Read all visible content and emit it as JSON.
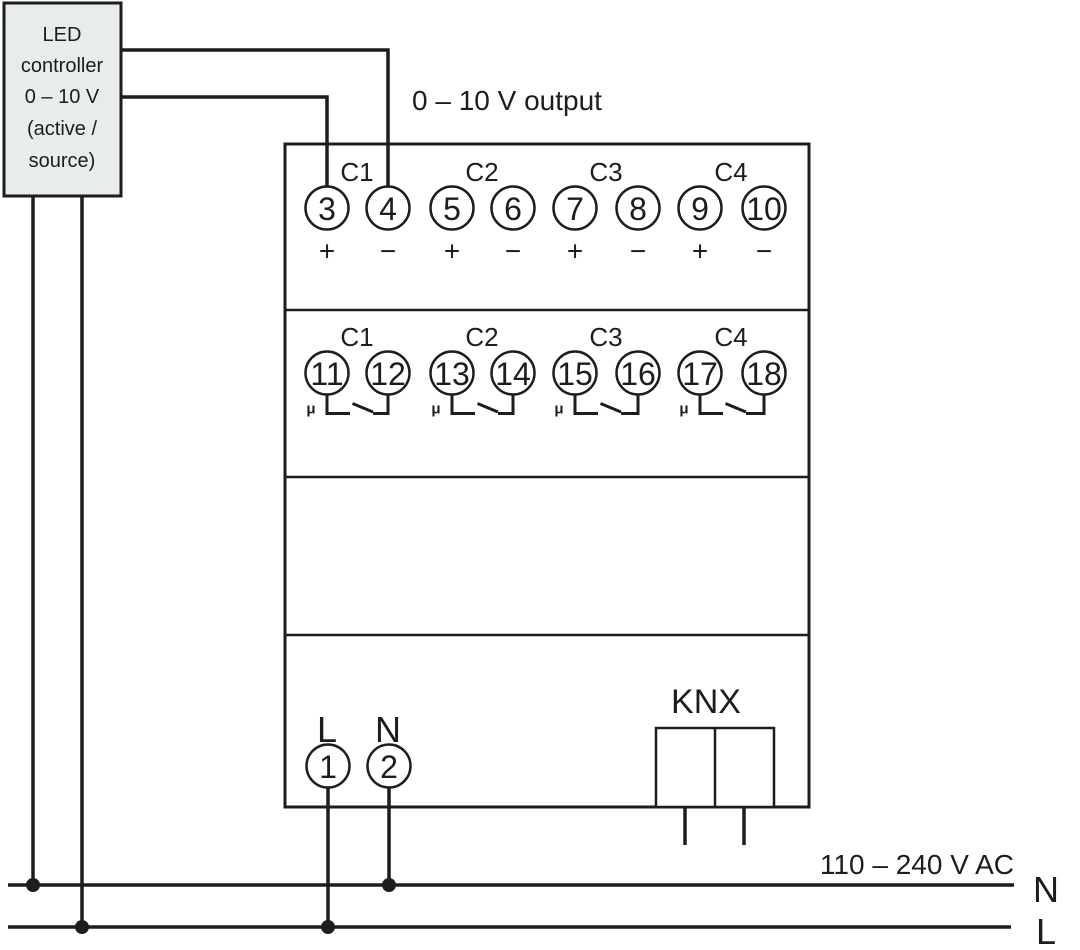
{
  "colors": {
    "stroke": "#1d1d1b",
    "box_fill": "#e8eceb",
    "background": "#ffffff"
  },
  "external_device": {
    "lines": [
      "LED",
      "controller",
      "0 – 10 V",
      "(active /",
      "source)"
    ]
  },
  "labels": {
    "output": "0 – 10 V output",
    "knx": "KNX",
    "mains": "110 – 240 V AC",
    "mains_neutral": "N",
    "mains_line": "L"
  },
  "output_section": {
    "channels": [
      "C1",
      "C2",
      "C3",
      "C4"
    ],
    "terminals": [
      {
        "number": "3",
        "polarity": "+"
      },
      {
        "number": "4",
        "polarity": "−"
      },
      {
        "number": "5",
        "polarity": "+"
      },
      {
        "number": "6",
        "polarity": "−"
      },
      {
        "number": "7",
        "polarity": "+"
      },
      {
        "number": "8",
        "polarity": "−"
      },
      {
        "number": "9",
        "polarity": "+"
      },
      {
        "number": "10",
        "polarity": "−"
      }
    ]
  },
  "relay_section": {
    "channels": [
      "C1",
      "C2",
      "C3",
      "C4"
    ],
    "terminals": [
      "11",
      "12",
      "13",
      "14",
      "15",
      "16",
      "17",
      "18"
    ],
    "contact_marks": [
      "μ",
      "μ",
      "μ",
      "μ"
    ]
  },
  "power_section": {
    "line_label": "L",
    "neutral_label": "N",
    "line_terminal": "1",
    "neutral_terminal": "2"
  }
}
